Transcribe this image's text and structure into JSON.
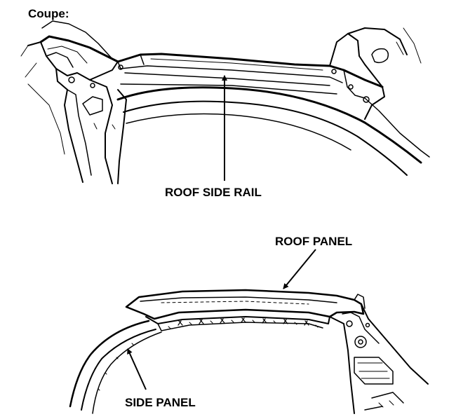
{
  "heading": "Coupe:",
  "labels": {
    "roof_side_rail": "ROOF SIDE RAIL",
    "roof_panel": "ROOF PANEL",
    "side_panel": "SIDE PANEL"
  },
  "colors": {
    "ink": "#000000",
    "background": "#ffffff"
  }
}
